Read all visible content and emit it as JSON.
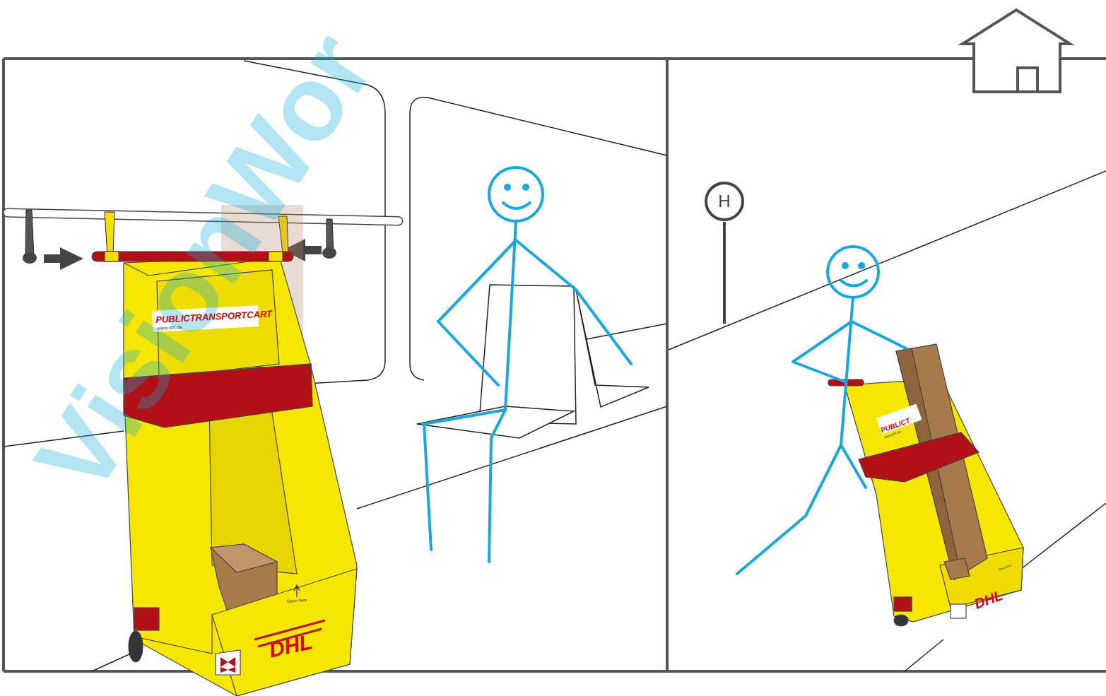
{
  "diagram": {
    "nodes": [
      {
        "text": [
          "H"
        ]
      }
    ],
    "labels": [
      "VisionWor",
      "PUBLICTRANSPORTCART",
      "www.dhl.de",
      "Open here",
      "DHL",
      "PUBLICT",
      "www.dhl.de",
      "Open here",
      "DHL"
    ]
  }
}
